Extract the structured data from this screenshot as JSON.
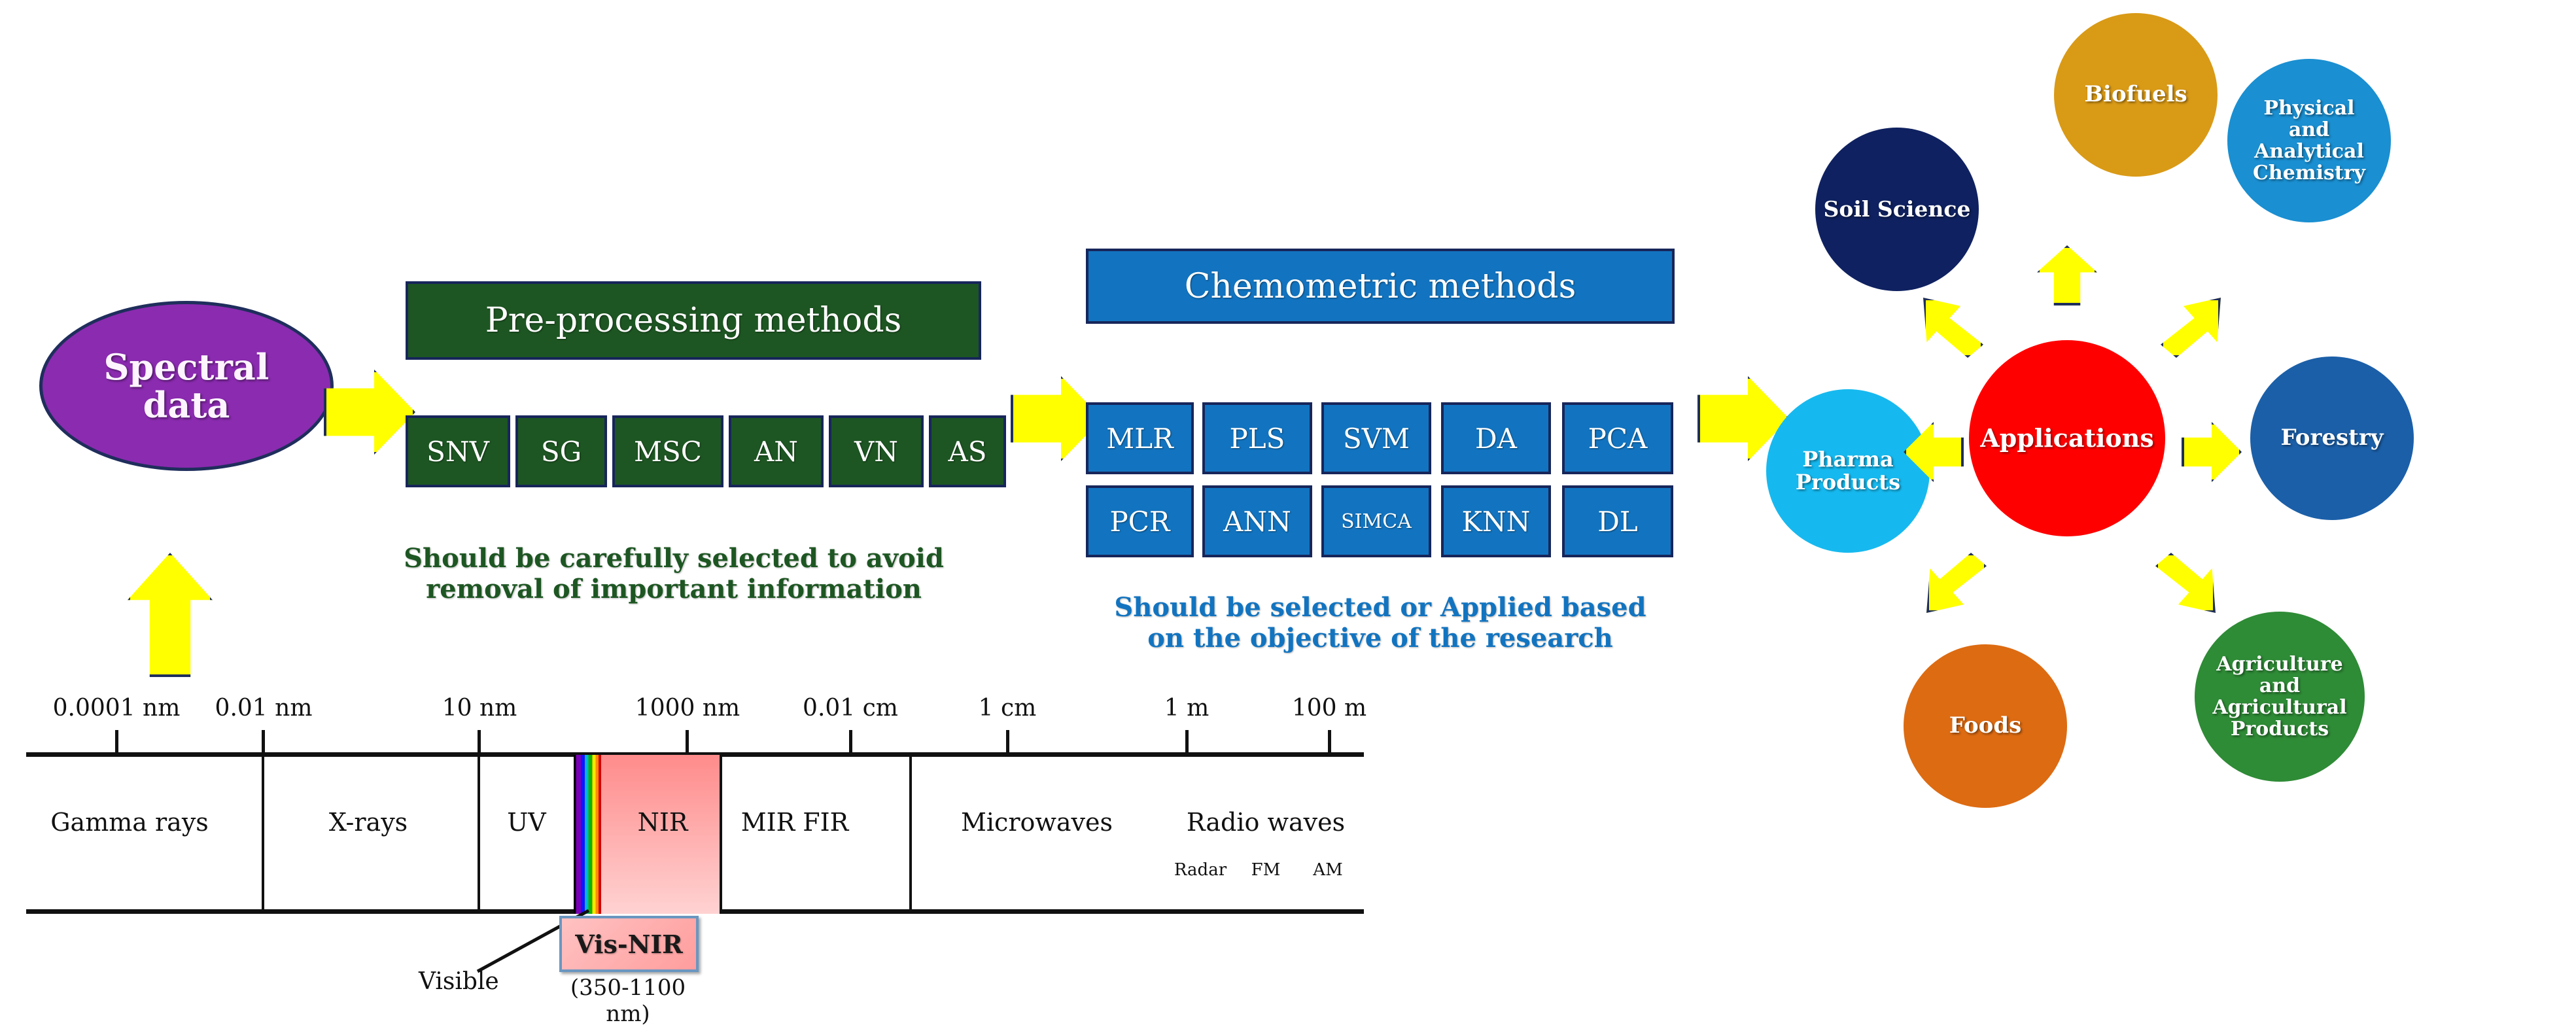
{
  "flow": {
    "spectral_data_label": "Spectral\ndata",
    "preprocessing": {
      "title": "Pre-processing methods",
      "methods": [
        "SNV",
        "SG",
        "MSC",
        "AN",
        "VN",
        "AS"
      ],
      "caption": "Should be carefully selected to avoid\nremoval of important information"
    },
    "chemometrics": {
      "title": "Chemometric methods",
      "row1": [
        "MLR",
        "PLS",
        "SVM",
        "DA",
        "PCA"
      ],
      "row2": [
        "PCR",
        "ANN",
        "SIMCA",
        "KNN",
        "DL"
      ],
      "caption": "Should be selected or Applied based\non the objective of the research"
    }
  },
  "spectrum": {
    "tick_labels": [
      "0.0001 nm",
      "0.01 nm",
      "10 nm",
      "1000 nm",
      "0.01 cm",
      "1 cm",
      "1 m",
      "100 m"
    ],
    "bands": [
      "Gamma rays",
      "X-rays",
      "UV",
      "NIR",
      "MIR  FIR",
      "Microwaves",
      "Radio waves"
    ],
    "radio_sublabels": [
      "Radar",
      "FM",
      "AM"
    ],
    "visible_label": "Visible",
    "vis_nir_label": "Vis-NIR",
    "vis_nir_range": "(350-1100 nm)"
  },
  "applications": {
    "center_label": "Applications",
    "nodes": [
      {
        "label": "Biofuels",
        "color": "#d99a16"
      },
      {
        "label": "Physical\nand\nAnalytical\nChemistry",
        "color": "#1a8fd1"
      },
      {
        "label": "Forestry",
        "color": "#1b5fa8"
      },
      {
        "label": "Agriculture\nand\nAgricultural\nProducts",
        "color": "#2e8b36"
      },
      {
        "label": "Foods",
        "color": "#dd6b12"
      },
      {
        "label": "Pharma\nProducts",
        "color": "#16b9ef"
      },
      {
        "label": "Soil Science",
        "color": "#0f2160"
      }
    ],
    "center_color": "#ff0000"
  },
  "colors": {
    "preprocessing_green": "#1d5622",
    "chemometric_blue": "#1274c0",
    "spectral_purple": "#8b2bb0",
    "arrow_yellow": "#ffff00",
    "outline_navy": "#1f2e5c"
  }
}
